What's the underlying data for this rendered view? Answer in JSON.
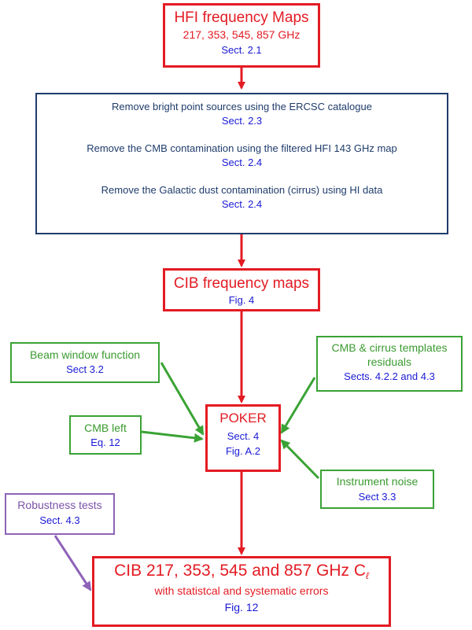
{
  "hfi_maps": {
    "title": "HFI frequency Maps",
    "freqs": "217, 353, 545, 857 GHz",
    "ref": "Sect. 2.1"
  },
  "removal": {
    "step1": "Remove bright point sources using the ERCSC catalogue",
    "step1_ref": "Sect. 2.3",
    "step2": "Remove the CMB contamination using the filtered HFI 143 GHz map",
    "step2_ref": "Sect. 2.4",
    "step3": "Remove the Galactic dust contamination (cirrus) using HI data",
    "step3_ref": "Sect. 2.4"
  },
  "cib_maps": {
    "title": "CIB frequency maps",
    "ref": "Fig. 4"
  },
  "beam": {
    "title": "Beam window function",
    "ref": "Sect 3.2"
  },
  "templates": {
    "title": "CMB & cirrus templates",
    "title2": "residuals",
    "ref": "Sects. 4.2.2 and 4.3"
  },
  "cmb_left": {
    "title": "CMB left",
    "ref": "Eq. 12"
  },
  "poker": {
    "title": "POKER",
    "ref1": "Sect. 4",
    "ref2": "Fig. A.2"
  },
  "noise": {
    "title": "Instrument noise",
    "ref": "Sect 3.3"
  },
  "robustness": {
    "title": "Robustness tests",
    "ref": "Sect. 4.3"
  },
  "final": {
    "title": "CIB 217, 353, 545 and 857 GHz C",
    "title_sub": "ℓ",
    "subtitle": "with statistcal and systematic errors",
    "ref": "Fig. 12"
  },
  "colors": {
    "red": "#e31b23",
    "navy": "#1f3c6b",
    "green": "#3aa335",
    "purple": "#8e63b8",
    "blue_text": "#1a1ad6"
  }
}
